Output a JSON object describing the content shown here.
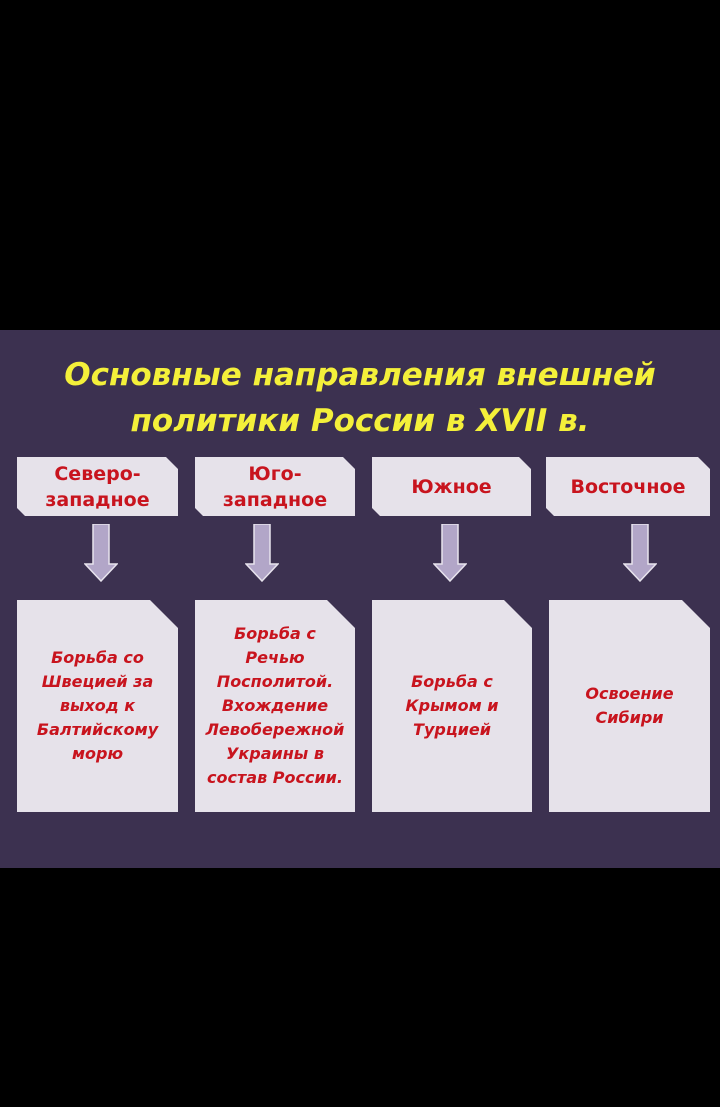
{
  "title": "Основные направления внешней политики России в XVII в.",
  "directions": [
    {
      "label": "Северо-западное",
      "content": "Борьба со Швецией за выход к Балтийскому морю"
    },
    {
      "label": "Юго-западное",
      "content": "Борьба с Речью Посполитой. Вхождение Левобережной Украины в состав России."
    },
    {
      "label": "Южное",
      "content": "Борьба с Крымом и Турцией"
    },
    {
      "label": "Восточное",
      "content": "Освоение Сибири"
    }
  ]
}
